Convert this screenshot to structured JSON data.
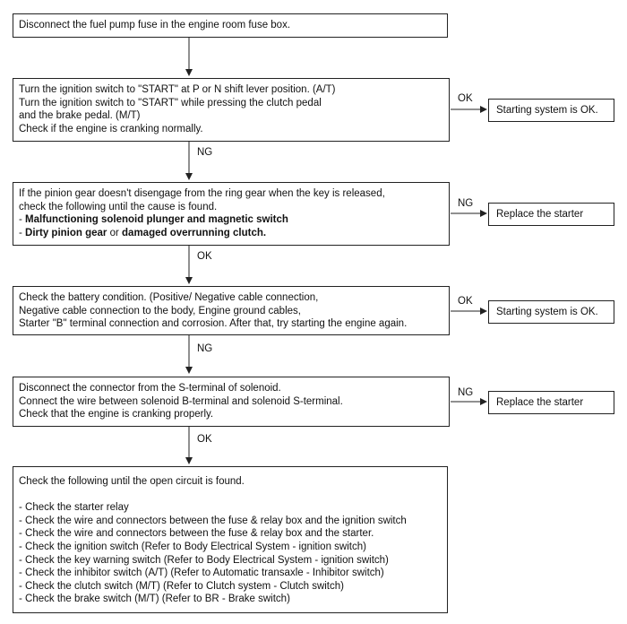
{
  "steps": {
    "s1": {
      "lines": [
        "Disconnect the fuel pump fuse in the engine room fuse box."
      ]
    },
    "s2": {
      "lines": [
        "Turn the ignition switch to \"START\" at P or N shift lever position. (A/T)",
        "Turn the ignition switch to \"START\" while pressing the clutch pedal",
        "and the brake pedal. (M/T)",
        "Check if the engine is cranking normally."
      ]
    },
    "s3": {
      "lines": [
        "If the pinion gear doesn't disengage from the ring gear when the key is released,",
        "check the following until the cause is found."
      ],
      "item1_prefix": "- ",
      "item1_bold": "Malfunctioning solenoid plunger and magnetic switch",
      "item2_prefix": "- ",
      "item2_bold_a": "Dirty pinion gear",
      "item2_mid": " or ",
      "item2_bold_b": "damaged overrunning clutch."
    },
    "s4": {
      "lines": [
        "Check the battery condition. (Positive/ Negative cable connection,",
        "Negative cable connection to the body, Engine ground cables,",
        "Starter \"B\" terminal connection and corrosion. After that, try starting the engine again."
      ]
    },
    "s5": {
      "lines": [
        "Disconnect the connector from the S-terminal of solenoid.",
        "Connect the wire between solenoid B-terminal and solenoid S-terminal.",
        "Check that the engine is cranking properly."
      ]
    },
    "s6": {
      "intro": "Check the following until the open circuit is found.",
      "items": [
        "- Check the starter relay",
        "- Check the wire and connectors between the fuse & relay box and the ignition switch",
        "- Check the wire and connectors between the fuse & relay box and the starter.",
        "- Check the ignition switch (Refer to Body Electrical System - ignition switch)",
        "- Check the key warning switch (Refer to Body Electrical System - ignition switch)",
        "- Check the inhibitor switch (A/T) (Refer to Automatic transaxle - Inhibitor switch)",
        "- Check the clutch switch (M/T) (Refer to Clutch system - Clutch switch)",
        "- Check the brake switch (M/T) (Refer to BR - Brake switch)"
      ]
    }
  },
  "side": {
    "r2": {
      "label": "OK",
      "text": "Starting system is OK."
    },
    "r3": {
      "label": "NG",
      "text": "Replace the starter"
    },
    "r4": {
      "label": "OK",
      "text": "Starting system is OK."
    },
    "r5": {
      "label": "NG",
      "text": "Replace the starter"
    }
  },
  "connectors": {
    "c2_3": "NG",
    "c3_4": "OK",
    "c4_5": "NG",
    "c5_6": "OK"
  }
}
